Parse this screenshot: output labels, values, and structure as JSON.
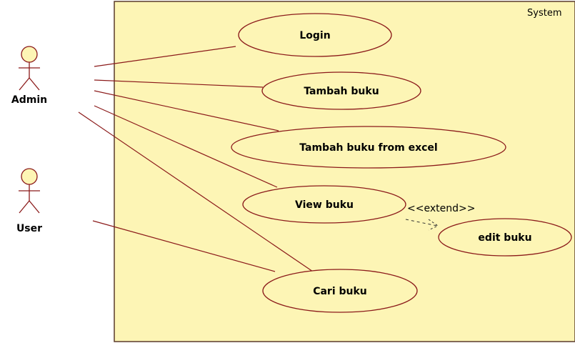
{
  "system": {
    "label": "System",
    "fill_color": "#FDF5B5",
    "border_color": "#5A3A2A"
  },
  "actors": {
    "admin": {
      "label": "Admin"
    },
    "user": {
      "label": "User"
    }
  },
  "actor_style": {
    "head_fill": "#FDF5B5",
    "stroke_color": "#8B1A1A"
  },
  "usecases": {
    "login": {
      "label": "Login"
    },
    "tambah_buku": {
      "label": "Tambah buku"
    },
    "tambah_buku_excel": {
      "label": "Tambah buku from excel"
    },
    "view_buku": {
      "label": "View buku"
    },
    "edit_buku": {
      "label": "edit buku"
    },
    "cari_buku": {
      "label": "Cari buku"
    }
  },
  "usecase_style": {
    "fill_color": "#FDF5B5",
    "border_color": "#8B1A1A"
  },
  "relations": {
    "extend": {
      "label": "<<extend>>"
    }
  },
  "line_color": "#8B1A1A"
}
